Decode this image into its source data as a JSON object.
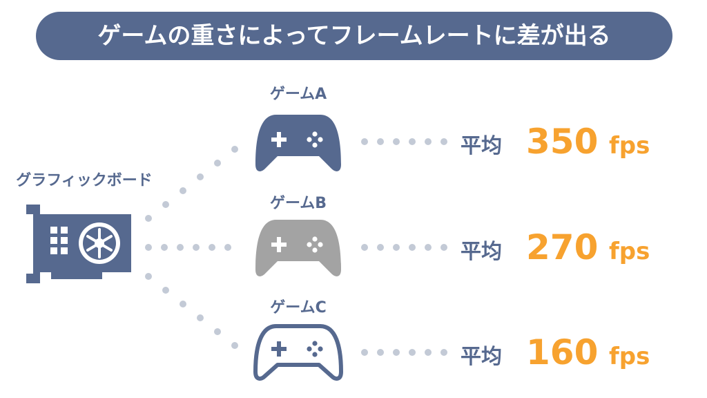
{
  "title": "ゲームの重さによってフレームレートに差が出る",
  "graphics_board": {
    "label": "グラフィックボード",
    "icon": "graphics-card-icon"
  },
  "colors": {
    "primary": "#56698f",
    "dots": "#c3cad6",
    "accent": "#f7a22f",
    "gray_controller": "#a3a3a3",
    "background": "#ffffff"
  },
  "games": [
    {
      "label": "ゲームA",
      "icon": "gamepad-icon",
      "style": "filled-blue",
      "avg_label": "平均",
      "value": "350",
      "unit": "fps"
    },
    {
      "label": "ゲームB",
      "icon": "gamepad-icon",
      "style": "filled-gray",
      "avg_label": "平均",
      "value": "270",
      "unit": "fps"
    },
    {
      "label": "ゲームC",
      "icon": "gamepad-icon",
      "style": "outline-blue",
      "avg_label": "平均",
      "value": "160",
      "unit": "fps"
    }
  ]
}
